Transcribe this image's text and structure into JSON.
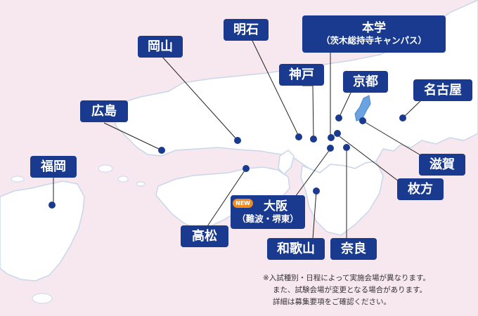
{
  "campuses": {
    "akashi": "明石",
    "honbu_title": "本学",
    "honbu_sub": "（茨木総持寺キャンパス）",
    "okayama": "岡山",
    "kobe": "神戸",
    "kyoto": "京都",
    "nagoya": "名古屋",
    "hiroshima": "広島",
    "shiga": "滋賀",
    "fukuoka": "福岡",
    "hirakata": "枚方",
    "osaka_title": "大阪",
    "osaka_sub": "（難波・堺東）",
    "osaka_badge": "NEW",
    "takamatsu": "高松",
    "wakayama": "和歌山",
    "nara": "奈良"
  },
  "notes": [
    "※入試種別・日程によって実施会場が異なります。",
    "また、試験会場が変更となる場合があります。",
    "詳細は募集要項をご確認ください。"
  ],
  "colors": {
    "sea": "#f7e7ee",
    "land": "#ffffff",
    "coast": "#c9d7ea",
    "label_bg": "#1a3a8f",
    "marker": "#1a3a8f",
    "lake": "#6aa3e0",
    "badge": "#f08a1f"
  }
}
